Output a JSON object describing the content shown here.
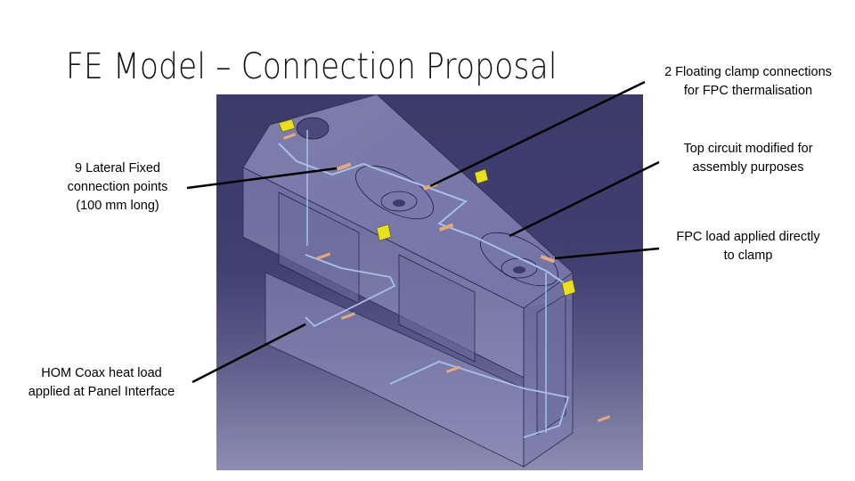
{
  "slide": {
    "title": "FE Model – Connection Proposal",
    "background_color": "#ffffff",
    "viewport_background_top": "#3c3b6a",
    "viewport_background_bottom": "#8e8db2"
  },
  "figure": {
    "label": "cad-model-viewport",
    "description": "Isometric transparent CAD view of rectangular box assembly with thermal circuit piping, yellow clamps and orange connection patches",
    "clamp_color": "#e8e020",
    "connection_color": "#e8a97a",
    "circuit_color": "#a9c0e6"
  },
  "callouts": [
    {
      "id": "lateral-fixed",
      "lines": [
        "9 Lateral Fixed",
        "connection points",
        "(100 mm long)"
      ]
    },
    {
      "id": "hom-coax",
      "lines": [
        "HOM Coax heat load",
        "applied at Panel Interface"
      ]
    },
    {
      "id": "floating-clamp",
      "lines": [
        "2 Floating clamp connections",
        "for FPC thermalisation"
      ]
    },
    {
      "id": "top-circuit",
      "lines": [
        "Top circuit modified for",
        "assembly purposes"
      ]
    },
    {
      "id": "fpc-load",
      "lines": [
        "FPC load applied directly",
        "to clamp"
      ]
    }
  ]
}
